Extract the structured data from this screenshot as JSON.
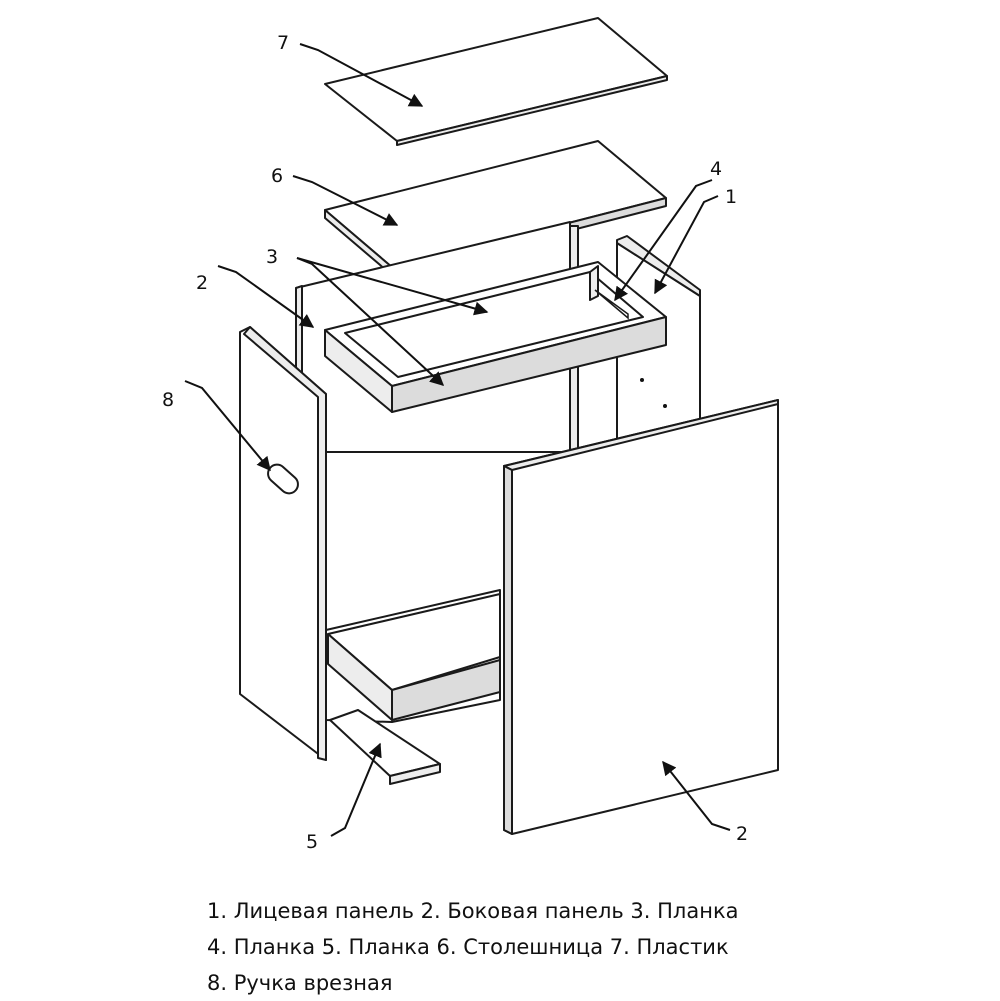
{
  "callouts": {
    "c7": "7",
    "c6": "6",
    "c3": "3",
    "c4": "4",
    "c1": "1",
    "c2_left": "2",
    "c8": "8",
    "c5": "5",
    "c2_right": "2"
  },
  "legend": {
    "line1": "1. Лицевая панель  2. Боковая панель  3. Планка",
    "line2": "4. Планка  5. Планка  6. Столешница  7. Пластик",
    "line3": "8. Ручка врезная"
  }
}
